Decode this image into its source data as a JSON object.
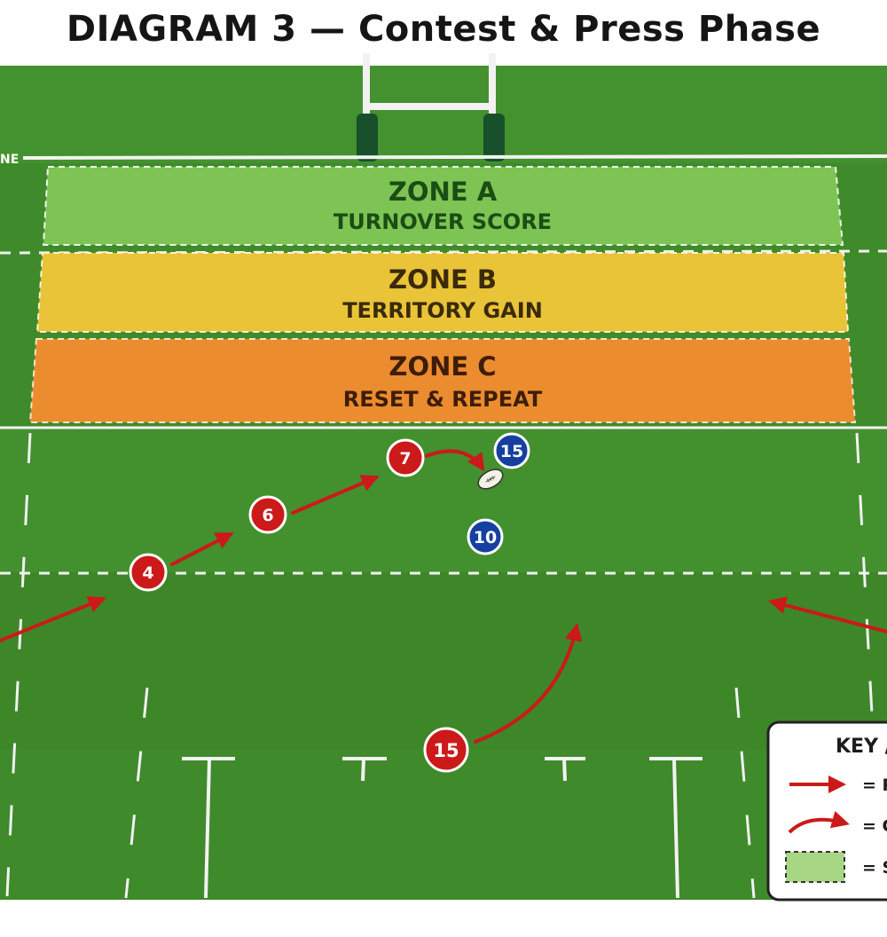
{
  "title": "DIAGRAM 3 — Contest & Press Phase",
  "try_line_label": "NE",
  "zones": [
    {
      "title": "ZONE A",
      "subtitle": "TURNOVER SCORE",
      "color": "#7dc455",
      "text_color": "#1b4d14"
    },
    {
      "title": "ZONE B",
      "subtitle": "TERRITORY GAIN",
      "color": "#e9c338",
      "text_color": "#3a2a08"
    },
    {
      "title": "ZONE C",
      "subtitle": "RESET & REPEAT",
      "color": "#eb8c2f",
      "text_color": "#3d1d08"
    }
  ],
  "players": {
    "attack": [
      {
        "number": "7"
      },
      {
        "number": "6"
      },
      {
        "number": "4"
      },
      {
        "number": "15"
      }
    ],
    "defence": [
      {
        "number": "15"
      },
      {
        "number": "10"
      }
    ]
  },
  "key": {
    "title": "KEY /",
    "items": [
      {
        "icon": "straight-arrow-icon",
        "text": "= P"
      },
      {
        "icon": "curved-arrow-icon",
        "text": "= C"
      },
      {
        "icon": "zone-swatch-icon",
        "text": "= S"
      }
    ]
  },
  "colors": {
    "pitch": "#3f8a2b",
    "pitch_stripe": "#45932f",
    "attack": "#cc1919",
    "defence": "#1540a0",
    "arrow": "#cc1919"
  }
}
